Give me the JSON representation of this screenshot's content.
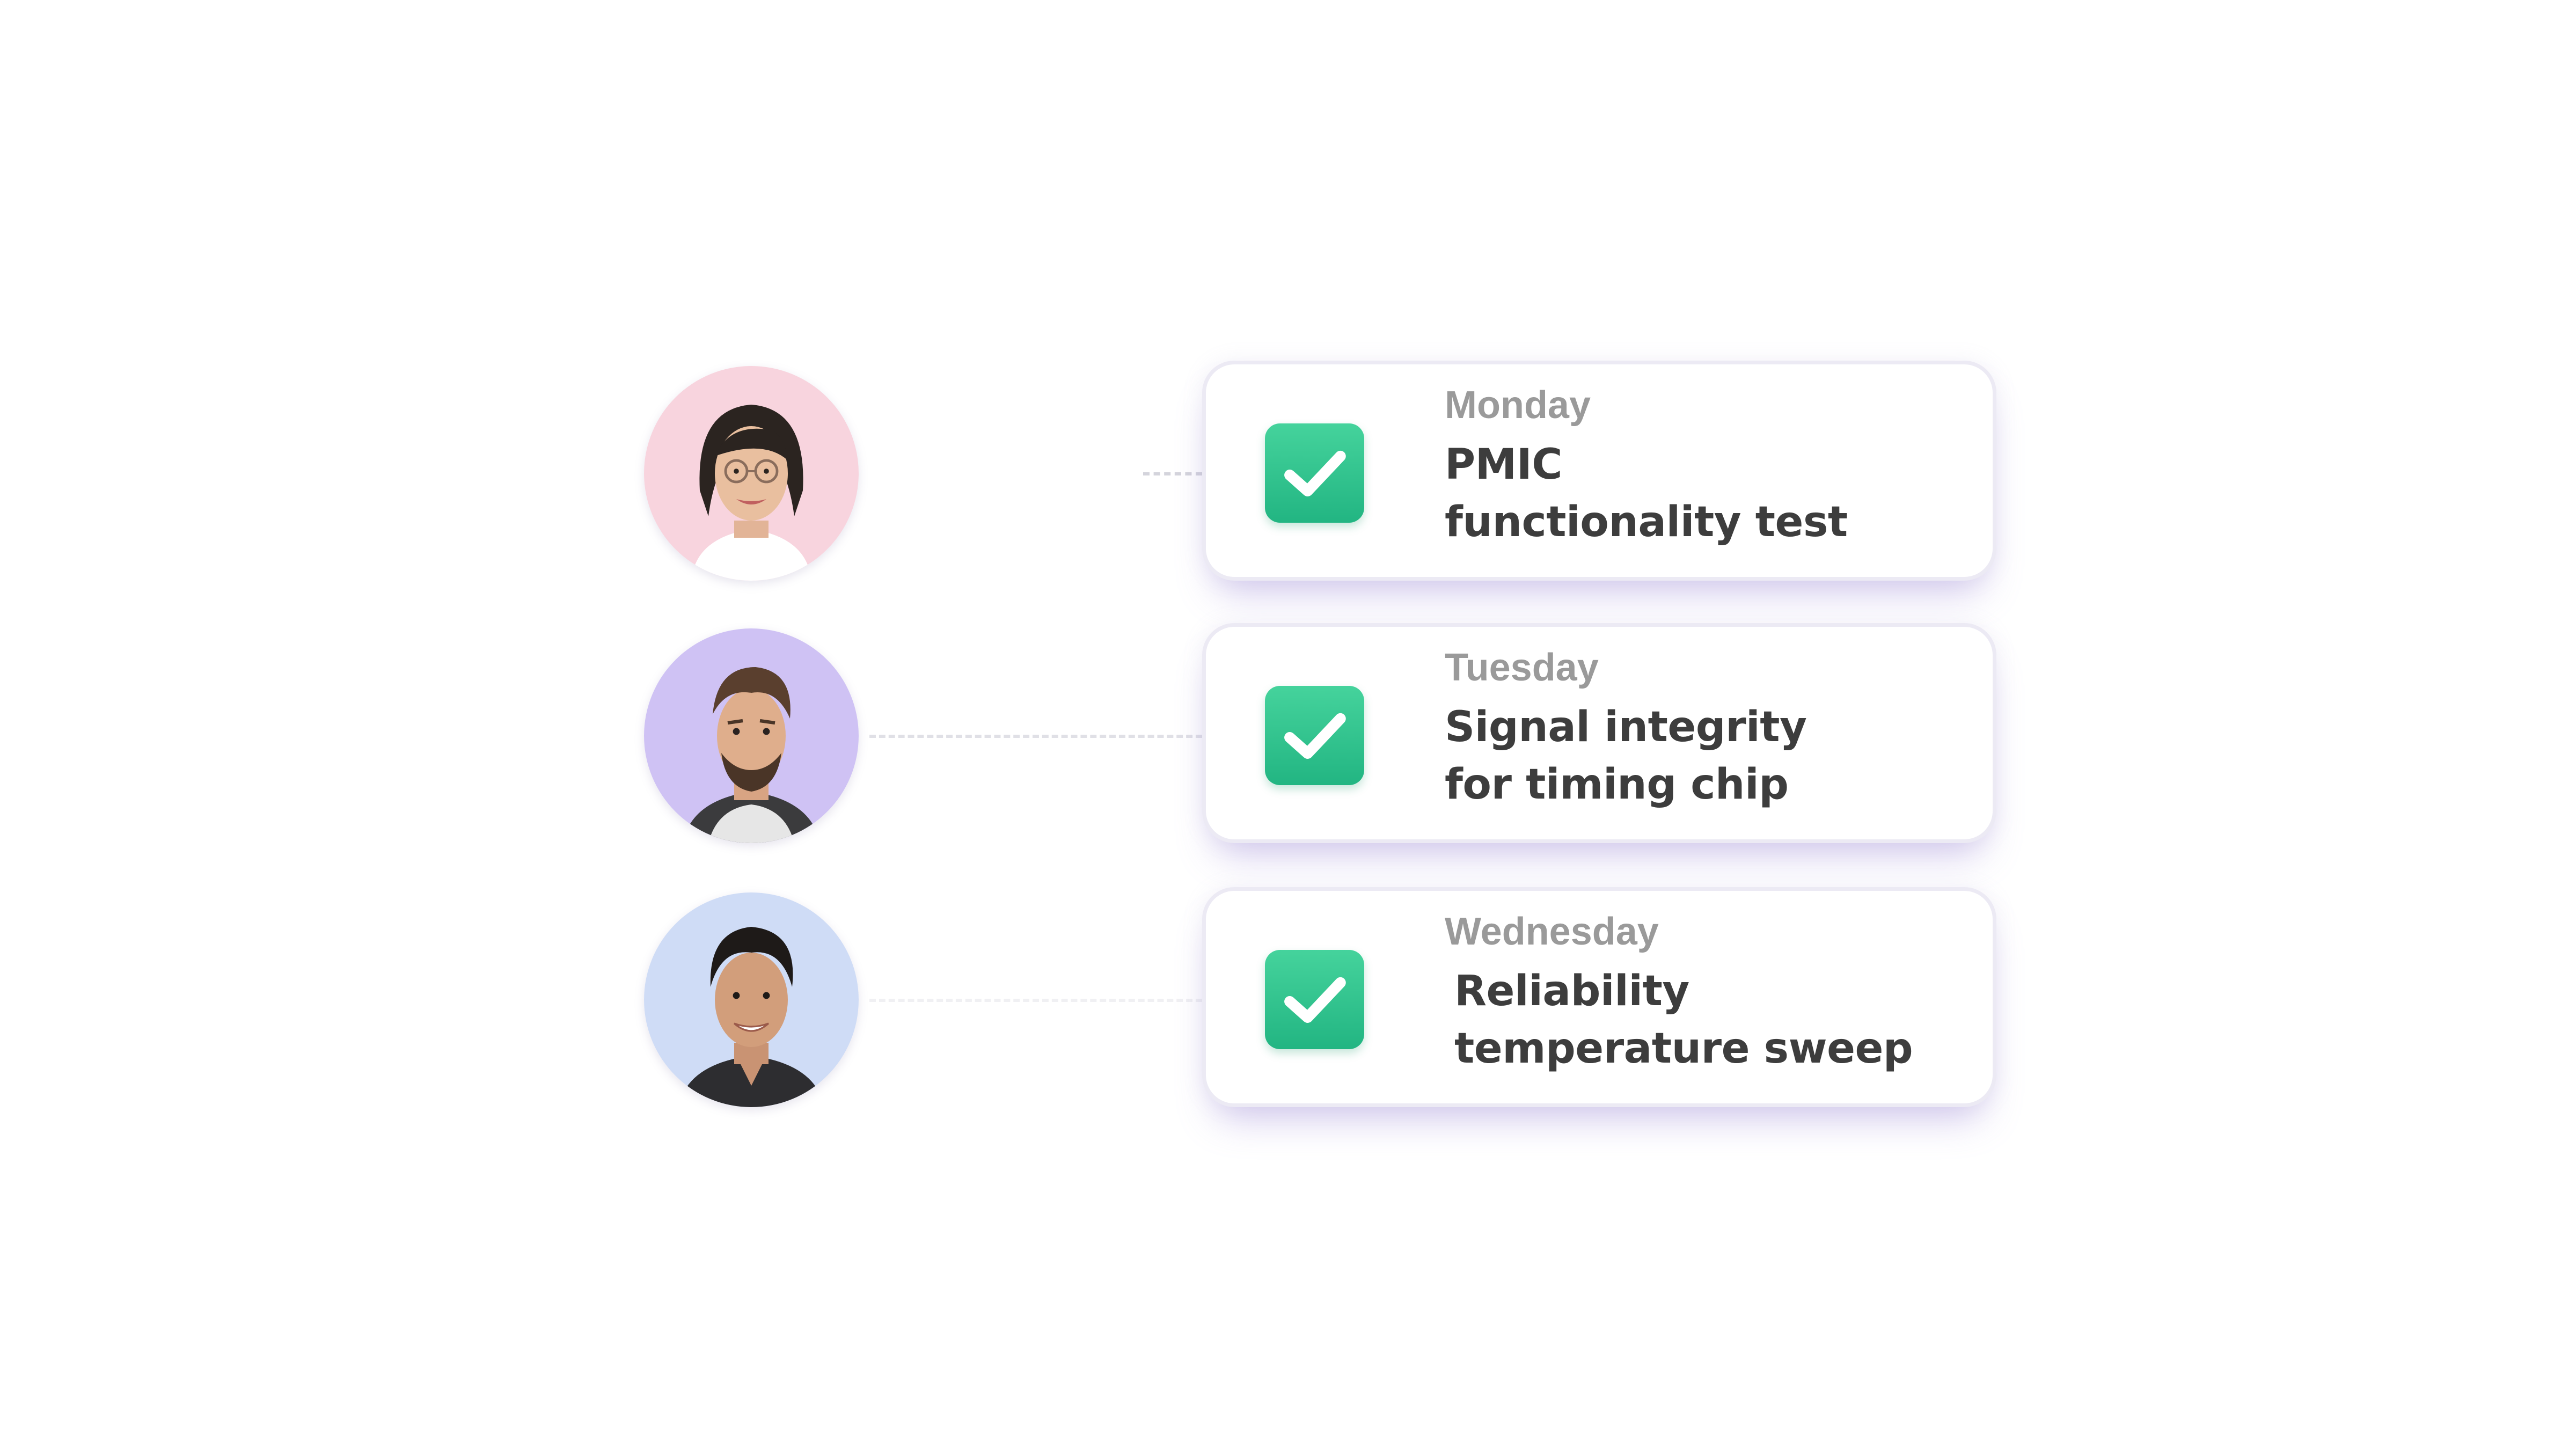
{
  "assignments": [
    {
      "avatar": {
        "icon": "woman-with-glasses-portrait",
        "bg": "#f8d4de"
      },
      "day": "Monday",
      "task_line1": "PMIC",
      "task_line2": "functionality test",
      "status_icon": "checkbox-checked-icon"
    },
    {
      "avatar": {
        "icon": "bearded-man-portrait",
        "bg": "#cfc2f4"
      },
      "day": "Tuesday",
      "task_line1": "Signal integrity",
      "task_line2": "for timing chip",
      "status_icon": "checkbox-checked-icon"
    },
    {
      "avatar": {
        "icon": "smiling-man-portrait",
        "bg": "#cfdcf6"
      },
      "day": "Wednesday",
      "task_line1": "Reliability",
      "task_line2": "temperature sweep",
      "status_icon": "checkbox-checked-icon"
    }
  ],
  "colors": {
    "check_green": "#2cc08b",
    "day_text": "#9a9a9a",
    "task_text": "#3d3d3d",
    "card_border": "#eceaf4"
  }
}
